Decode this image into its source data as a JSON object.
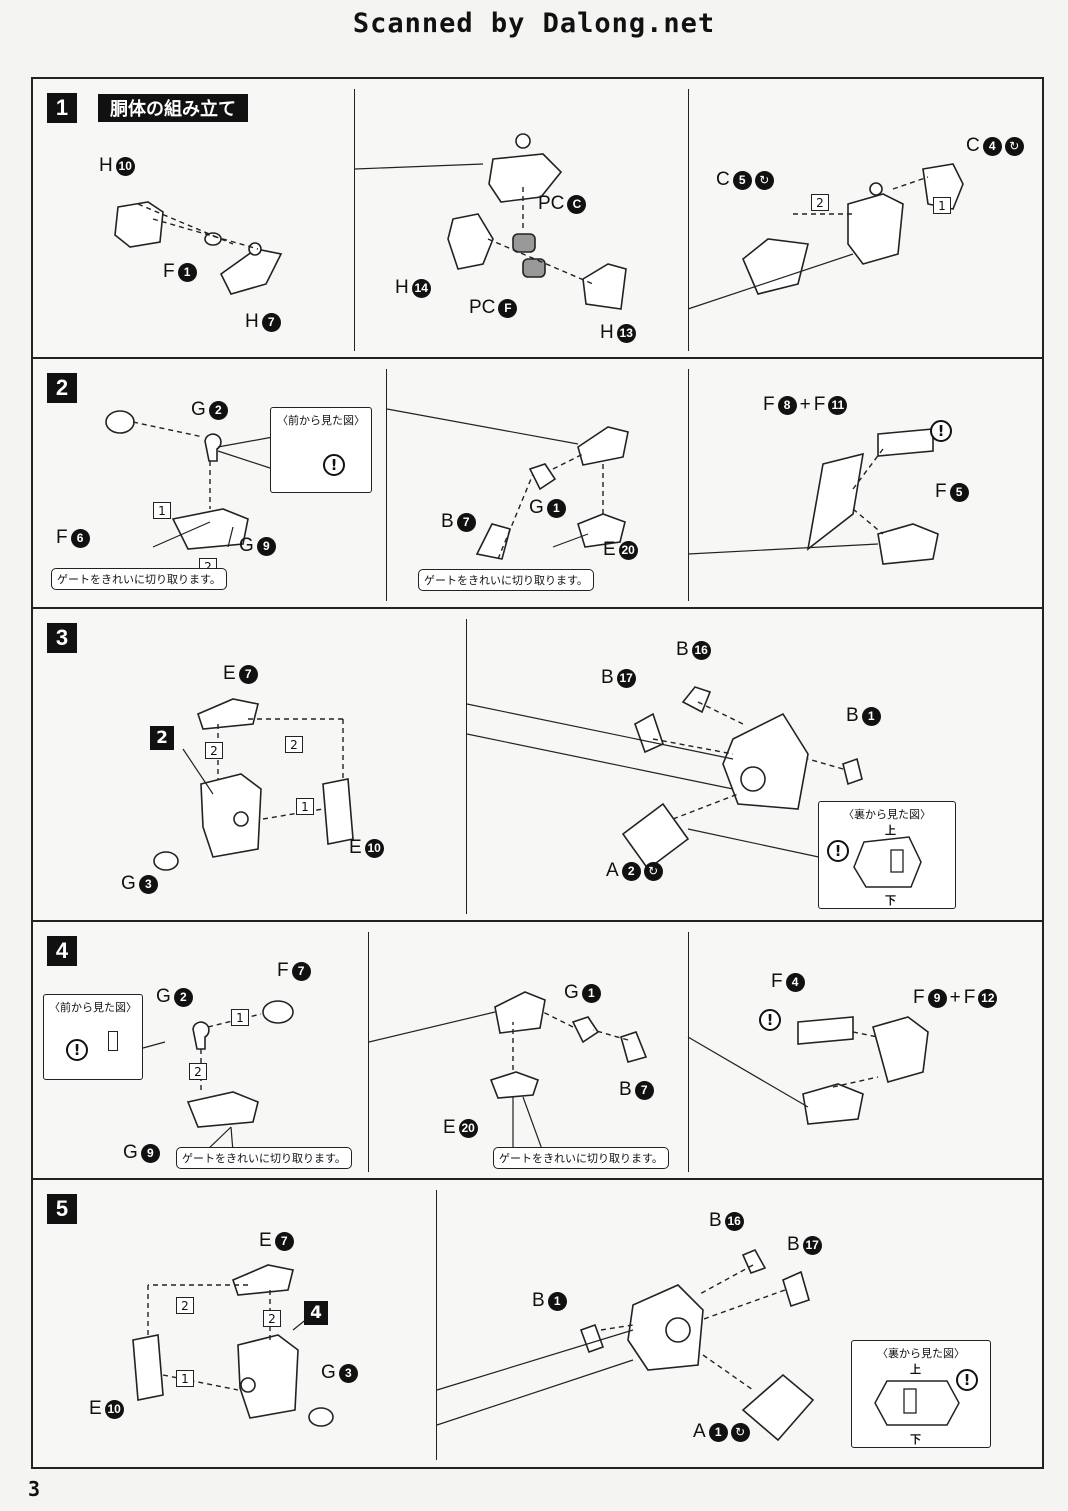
{
  "header": "Scanned by Dalong.net",
  "page_number": "3",
  "steps": [
    {
      "num": "1",
      "title": "胴体の組み立て",
      "labels": [
        {
          "t": "H",
          "n": "10"
        },
        {
          "t": "F",
          "n": "1"
        },
        {
          "t": "H",
          "n": "7"
        },
        {
          "t": "PC",
          "n": "C"
        },
        {
          "t": "H",
          "n": "14"
        },
        {
          "t": "PC",
          "n": "F"
        },
        {
          "t": "H",
          "n": "13"
        },
        {
          "t": "C",
          "n": "5"
        },
        {
          "t": "C",
          "n": "4"
        }
      ],
      "boxes": [
        "2",
        "1"
      ]
    },
    {
      "num": "2",
      "labels": [
        {
          "t": "F",
          "n": "6"
        },
        {
          "t": "G",
          "n": "2"
        },
        {
          "t": "G",
          "n": "9"
        },
        {
          "t": "B",
          "n": "7"
        },
        {
          "t": "G",
          "n": "1"
        },
        {
          "t": "E",
          "n": "20"
        },
        {
          "t": "F",
          "n": "8"
        },
        {
          "t": "F",
          "n": "11"
        },
        {
          "t": "F",
          "n": "5"
        }
      ],
      "boxes": [
        "1",
        "2"
      ],
      "front_view": "〈前から見た図〉",
      "gate_note": "ゲートをきれいに切り取ります。",
      "plus": "+"
    },
    {
      "num": "3",
      "labels": [
        {
          "t": "E",
          "n": "7"
        },
        {
          "t": "G",
          "n": "3"
        },
        {
          "t": "E",
          "n": "10"
        },
        {
          "t": "B",
          "n": "16"
        },
        {
          "t": "B",
          "n": "17"
        },
        {
          "t": "B",
          "n": "1"
        },
        {
          "t": "A",
          "n": "2"
        }
      ],
      "ref": "2",
      "boxes": [
        "2",
        "2",
        "1"
      ],
      "back_view": "〈裏から見た図〉",
      "up": "上",
      "down": "下"
    },
    {
      "num": "4",
      "labels": [
        {
          "t": "G",
          "n": "2"
        },
        {
          "t": "F",
          "n": "7"
        },
        {
          "t": "G",
          "n": "9"
        },
        {
          "t": "G",
          "n": "1"
        },
        {
          "t": "E",
          "n": "20"
        },
        {
          "t": "B",
          "n": "7"
        },
        {
          "t": "F",
          "n": "4"
        },
        {
          "t": "F",
          "n": "9"
        },
        {
          "t": "F",
          "n": "12"
        }
      ],
      "boxes": [
        "1",
        "2"
      ],
      "front_view": "〈前から見た図〉",
      "gate_note": "ゲートをきれいに切り取ります。",
      "plus": "+"
    },
    {
      "num": "5",
      "labels": [
        {
          "t": "E",
          "n": "7"
        },
        {
          "t": "E",
          "n": "10"
        },
        {
          "t": "G",
          "n": "3"
        },
        {
          "t": "B",
          "n": "16"
        },
        {
          "t": "B",
          "n": "17"
        },
        {
          "t": "B",
          "n": "1"
        },
        {
          "t": "A",
          "n": "1"
        }
      ],
      "ref": "4",
      "boxes": [
        "2",
        "2",
        "1"
      ],
      "back_view": "〈裏から見た図〉",
      "up": "上",
      "down": "下"
    }
  ],
  "icons": {
    "warning": "!",
    "swirl": "↻"
  }
}
